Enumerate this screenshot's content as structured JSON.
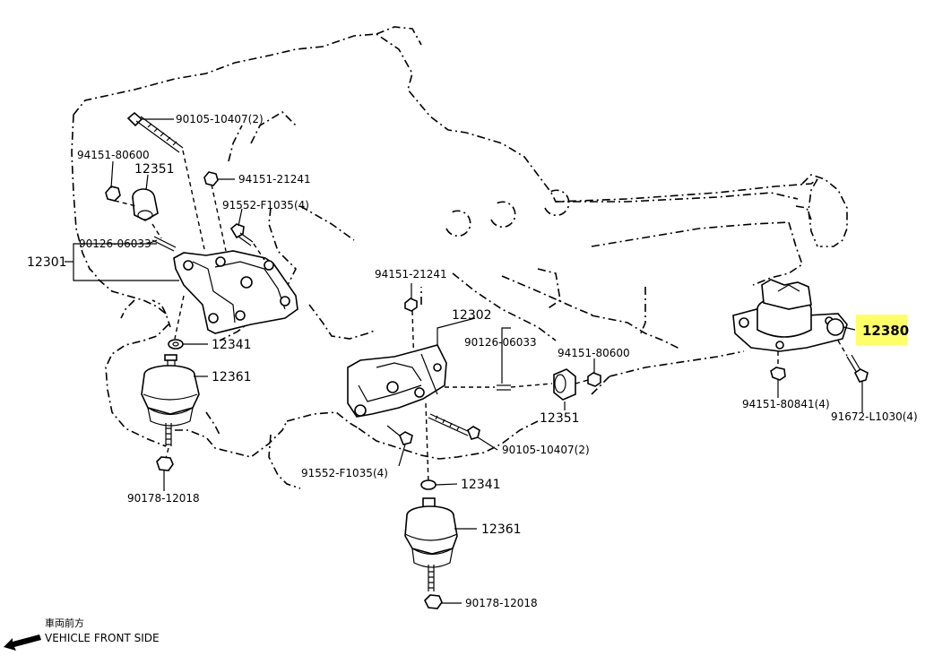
{
  "labels": {
    "bolt_upper_left": "90105-10407(2)",
    "nut_upper_left": "94151-80600",
    "insulator_upper_left": "12351",
    "nut_upper_mid": "94151-21241",
    "bolt_upper_mid": "91552-F1035(4)",
    "stud_left": "90126-06033",
    "bracket_left": "12301",
    "washer_left": "12341",
    "mount_left": "12361",
    "nut_lower_left": "90178-12018",
    "nut_center_top": "94151-21241",
    "bracket_center": "12302",
    "stud_center": "90126-06033",
    "nut_center": "94151-80600",
    "insulator_center": "12351",
    "bolt_center": "90105-10407(2)",
    "bolt_center_left": "91552-F1035(4)",
    "washer_center": "12341",
    "mount_center": "12361",
    "nut_lower_center": "90178-12018",
    "rear_mount": "12380",
    "nut_rear": "94151-80841(4)",
    "bolt_rear": "91672-L1030(4)"
  },
  "direction": {
    "japanese": "車両前方",
    "english": "VEHICLE FRONT SIDE"
  },
  "highlight_color": "#ffff66"
}
